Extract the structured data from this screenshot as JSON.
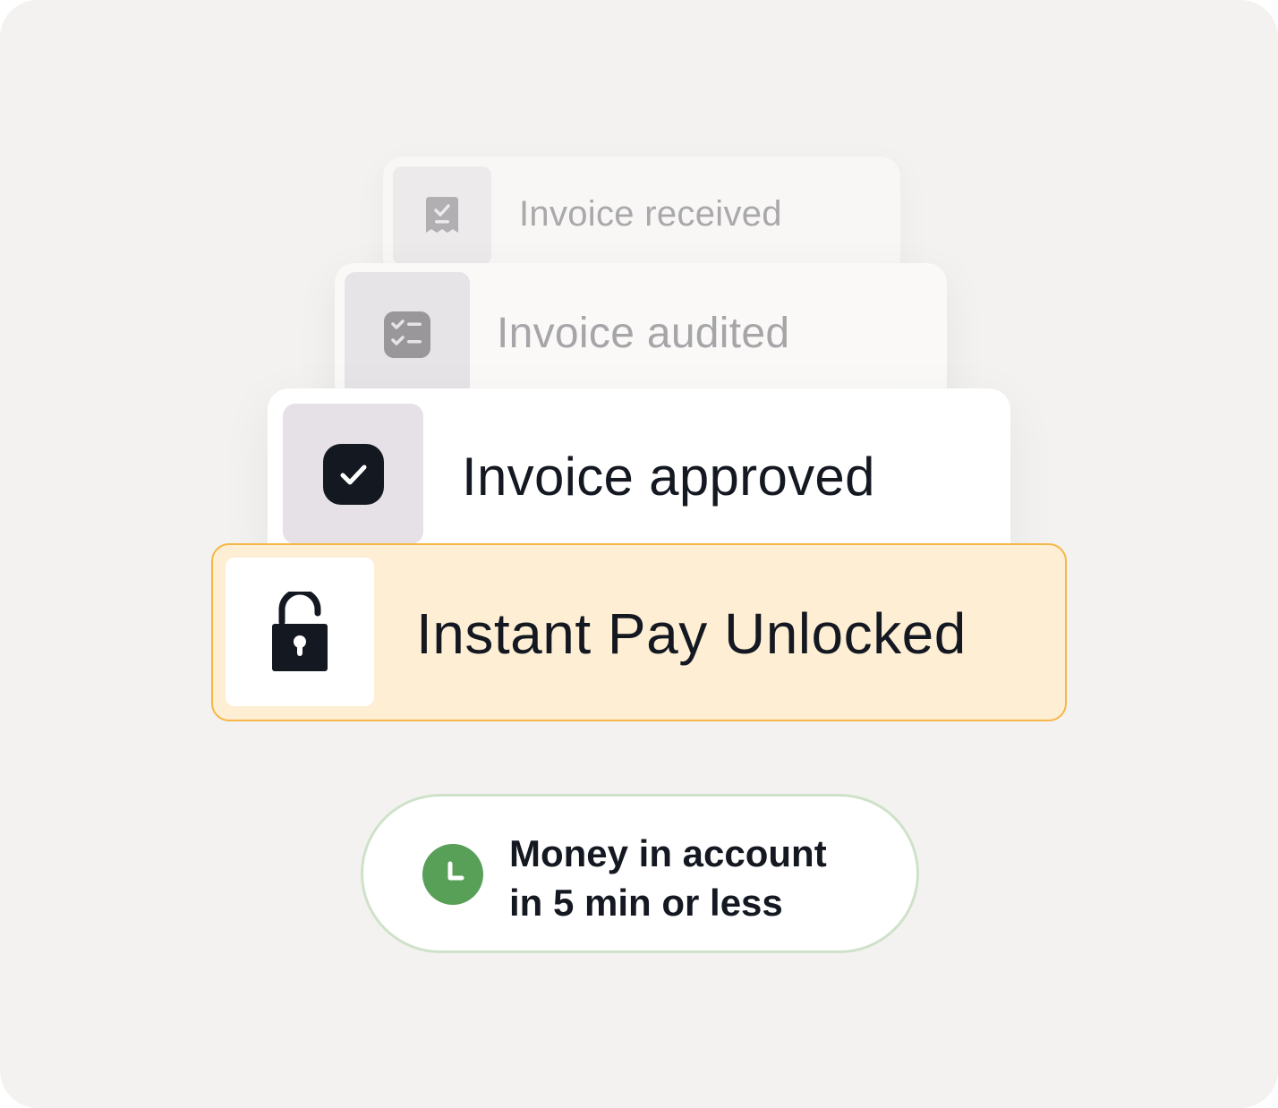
{
  "steps": [
    {
      "label": "Invoice received",
      "icon": "receipt-check-icon"
    },
    {
      "label": "Invoice audited",
      "icon": "checklist-icon"
    },
    {
      "label": "Invoice approved",
      "icon": "check-badge-icon"
    },
    {
      "label": "Instant Pay Unlocked",
      "icon": "unlocked-padlock-icon"
    }
  ],
  "badge": {
    "icon": "clock-icon",
    "line1": "Money in account",
    "line2": "in 5 min or less"
  },
  "colors": {
    "background": "#f3f2f0",
    "highlight_fill": "#feeed4",
    "highlight_border": "#f5b748",
    "clock_green": "#589f58",
    "pill_border": "#cfe2c9",
    "text_dark": "#141821",
    "text_muted": "#a9a8ab"
  }
}
